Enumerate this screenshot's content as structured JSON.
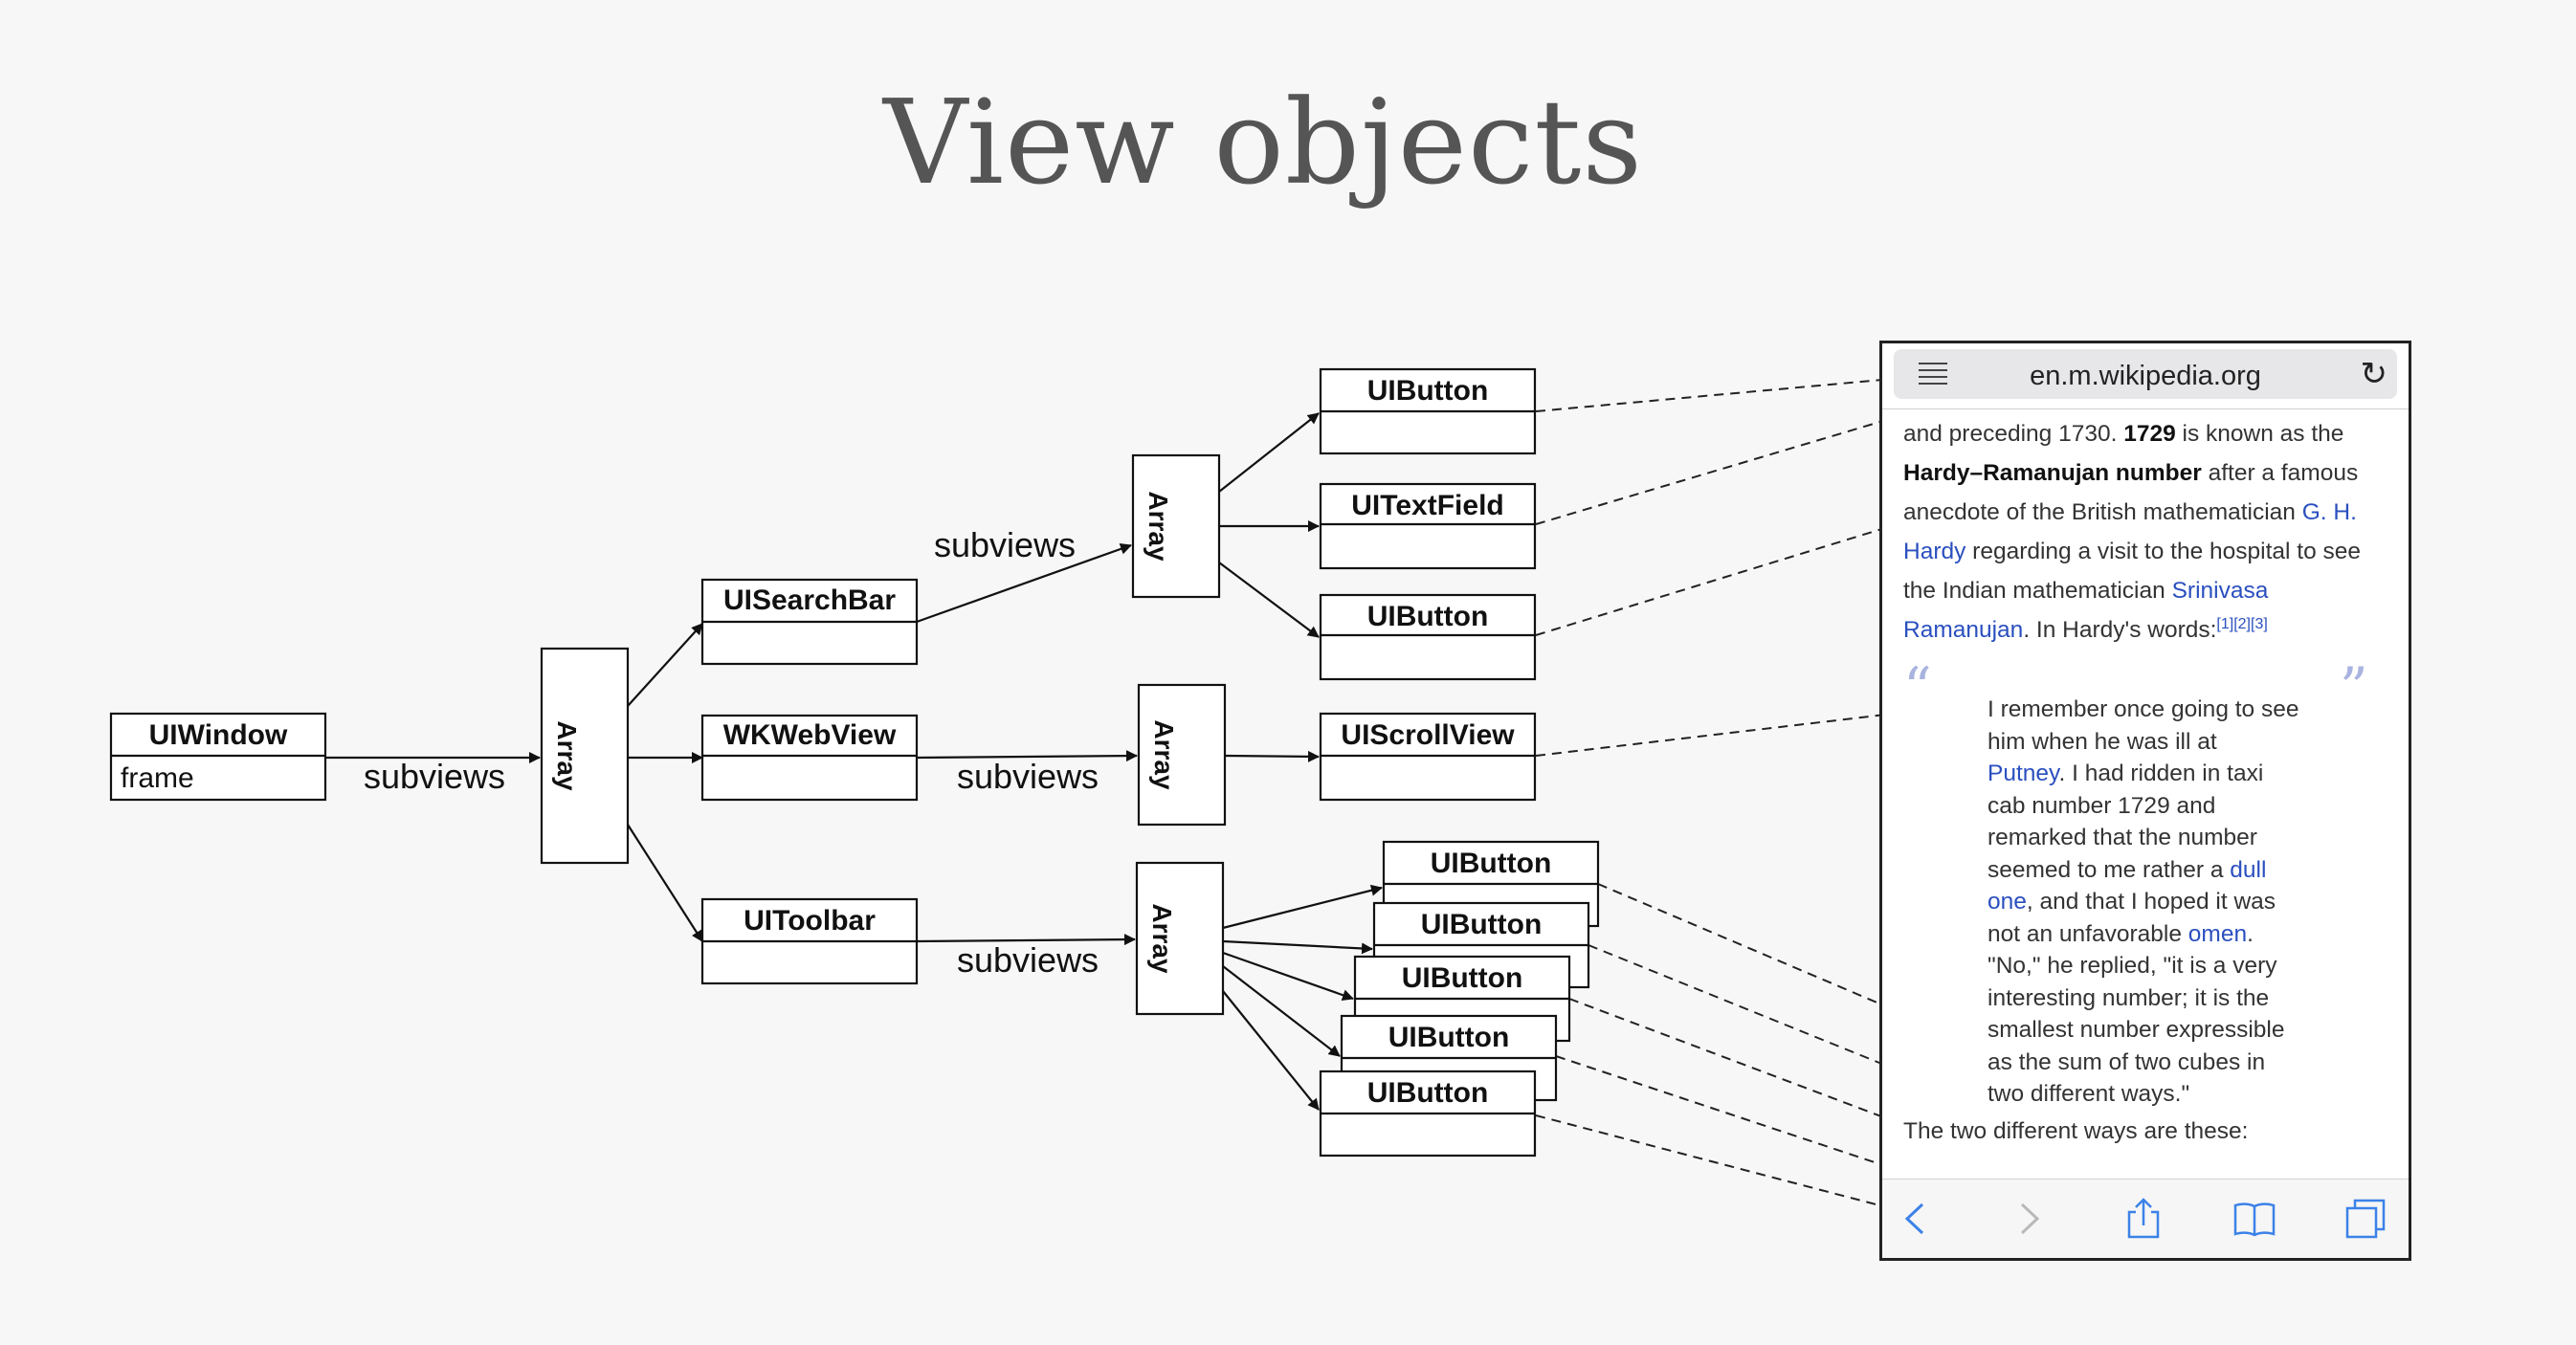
{
  "title": "View objects",
  "nodes": {
    "uiwindow": {
      "title": "UIWindow",
      "prop": "frame"
    },
    "uisearchbar": {
      "title": "UISearchBar"
    },
    "wkwebview": {
      "title": "WKWebView"
    },
    "uitoolbar": {
      "title": "UIToolbar"
    },
    "uibutton_top": {
      "title": "UIButton"
    },
    "uitextfield": {
      "title": "UITextField"
    },
    "uibutton_mid": {
      "title": "UIButton"
    },
    "uiscrollview": {
      "title": "UIScrollView"
    },
    "toolbar_buttons": [
      "UIButton",
      "UIButton",
      "UIButton",
      "UIButton",
      "UIButton"
    ]
  },
  "arrays": {
    "label": "Array"
  },
  "edges": {
    "subviews_label": "subviews"
  },
  "phone": {
    "url": "en.m.wikipedia.org",
    "reader_icon": "reader-mode-icon",
    "reload_icon": "reload-icon",
    "reload_glyph": "↻",
    "article": {
      "l1a": "and preceding 1730. ",
      "l1b": "1729",
      "l1c": " is known as the",
      "l2a": "Hardy–Ramanujan number",
      "l2b": " after a famous",
      "l3a": "anecdote of the British mathematician ",
      "l3b": "G. H.",
      "l4a": "Hardy",
      "l4b": " regarding a visit to the hospital to see",
      "l5a": "the Indian mathematician ",
      "l5b": "Srinivasa",
      "l6a": "Ramanujan",
      "l6b": ". In Hardy's words:",
      "l6c": "[1][2][3]"
    },
    "quote_open": "“",
    "quote_close": "”",
    "quote": {
      "q1": "I remember once going to see",
      "q2": "him when he was ill at",
      "q3a": "Putney",
      "q3b": ". I had ridden in taxi",
      "q4": "cab number 1729 and",
      "q5": "remarked that the number",
      "q6a": "seemed to me rather a ",
      "q6b": "dull",
      "q7a": "one",
      "q7b": ", and that I hoped it was",
      "q8a": "not an unfavorable ",
      "q8b": "omen",
      "q8c": ".",
      "q9": "\"No,\" he replied, \"it is a very",
      "q10": "interesting number; it is the",
      "q11": "smallest number expressible",
      "q12": "as the sum of two cubes in",
      "q13": "two different ways.\""
    },
    "after_quote": "The two different ways are these:",
    "toolbar_icons": [
      "back-icon",
      "forward-icon",
      "share-icon",
      "bookmarks-icon",
      "tabs-icon"
    ]
  },
  "colors": {
    "link": "#2a4fbf",
    "quote_mark": "#a9b3e0",
    "toolbar_icon": "#3b82e8",
    "title": "#555555"
  }
}
